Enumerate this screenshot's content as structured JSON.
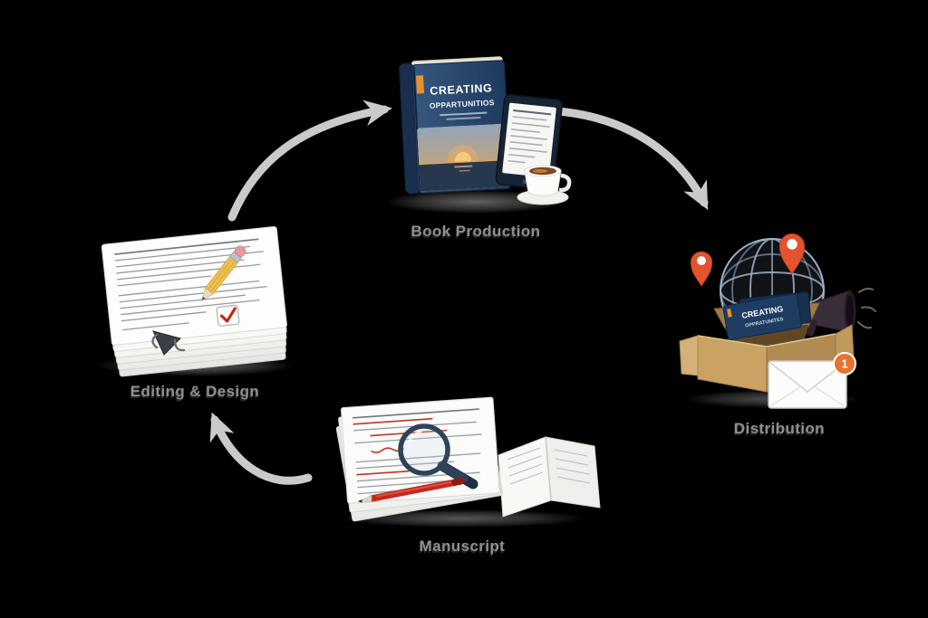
{
  "background_color": "#000000",
  "stages": {
    "editing_design": {
      "label": "Editing & Design"
    },
    "book_production": {
      "label": "Book Production"
    },
    "distribution": {
      "label": "Distribution",
      "notification_badge": "1"
    },
    "manuscript": {
      "label": "Manuscript"
    }
  },
  "book_cover": {
    "title": "CREATING",
    "subtitle": "OPPARTUNITIOS"
  },
  "box_book": {
    "title": "CREATING",
    "subtitle": "OPPRATUNITES"
  },
  "cycle": [
    "Manuscript",
    "Editing & Design",
    "Book Production",
    "Distribution"
  ],
  "icons": [
    "paper-stack-icon",
    "pencil-icon",
    "checkmark-icon",
    "binder-clip-icon",
    "book-icon",
    "ereader-icon",
    "coffee-cup-icon",
    "globe-icon",
    "location-pin-icon",
    "megaphone-icon",
    "shipping-box-icon",
    "envelope-icon",
    "notification-badge",
    "magnifier-icon",
    "red-pen-icon"
  ],
  "colors": {
    "label_text": "#8f8f8f",
    "arrow": "#dcdcdc",
    "book_navy": "#27466e",
    "accent_orange": "#e8912d",
    "pin_orange": "#e2532e",
    "box_tan": "#c9a264",
    "pen_red": "#c6281c"
  }
}
